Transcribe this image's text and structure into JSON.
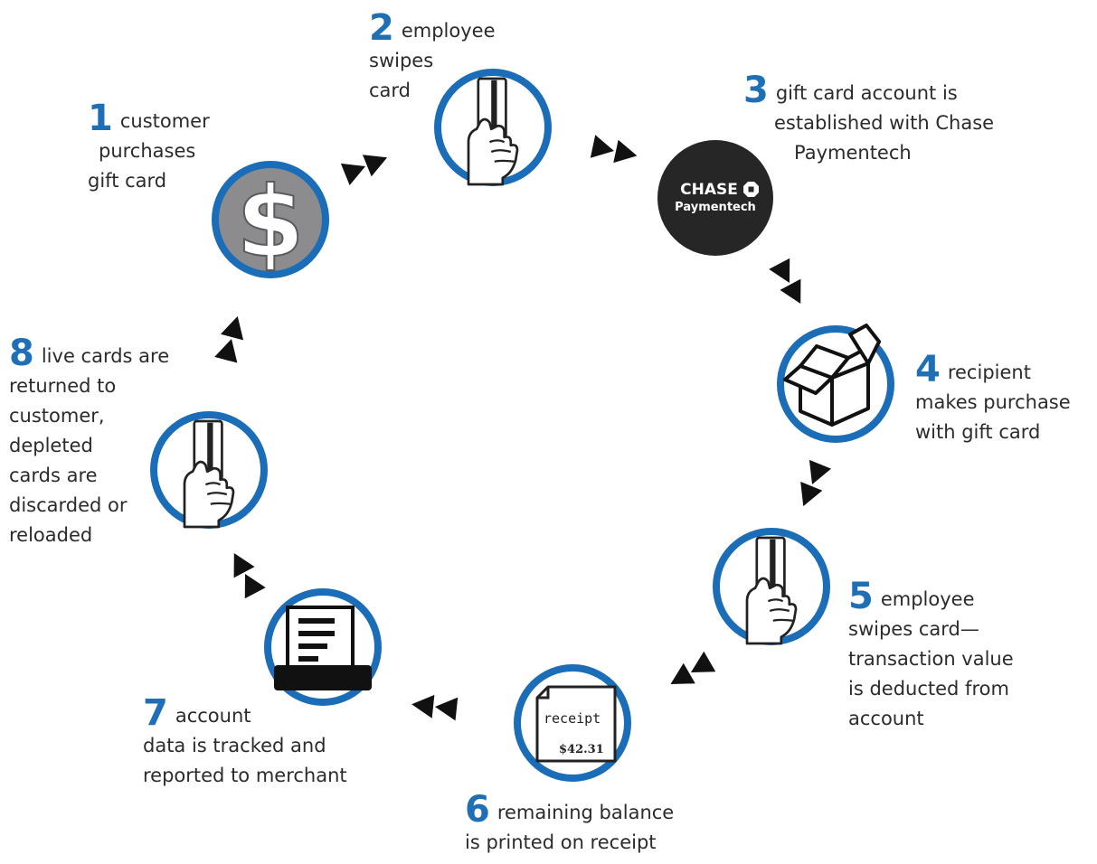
{
  "colors": {
    "ring": "#1a6db6",
    "step_number": "#1f6fb7",
    "text": "#2b2b2b",
    "arrow": "#111111",
    "dollar_fill": "#8c8c8f",
    "chase_fill": "#262626"
  },
  "logo": {
    "brand": "CHASE",
    "sub": "Paymentech"
  },
  "receipt": {
    "title": "receipt",
    "amount": "$42.31"
  },
  "steps": [
    {
      "num": "1",
      "lines": [
        "customer",
        "purchases",
        "gift card"
      ],
      "icon": "dollar-sign-icon"
    },
    {
      "num": "2",
      "lines": [
        "employee",
        "swipes",
        "card"
      ],
      "icon": "hand-card-icon"
    },
    {
      "num": "3",
      "lines": [
        "gift card account is",
        "established with Chase",
        "Paymentech"
      ],
      "icon": "chase-paymentech-logo"
    },
    {
      "num": "4",
      "lines": [
        "recipient",
        "makes purchase",
        "with gift card"
      ],
      "icon": "open-box-icon"
    },
    {
      "num": "5",
      "lines": [
        "employee",
        "swipes card—",
        "transaction value",
        "is deducted from",
        "account"
      ],
      "icon": "hand-card-icon"
    },
    {
      "num": "6",
      "lines": [
        "remaining balance",
        "is printed on receipt"
      ],
      "icon": "receipt-icon"
    },
    {
      "num": "7",
      "lines": [
        "account",
        "data is tracked and",
        "reported to merchant"
      ],
      "icon": "printer-icon"
    },
    {
      "num": "8",
      "lines": [
        "live cards are",
        "returned to",
        "customer,",
        "depleted",
        "cards are",
        "discarded or",
        "reloaded"
      ],
      "icon": "hand-card-icon"
    }
  ]
}
